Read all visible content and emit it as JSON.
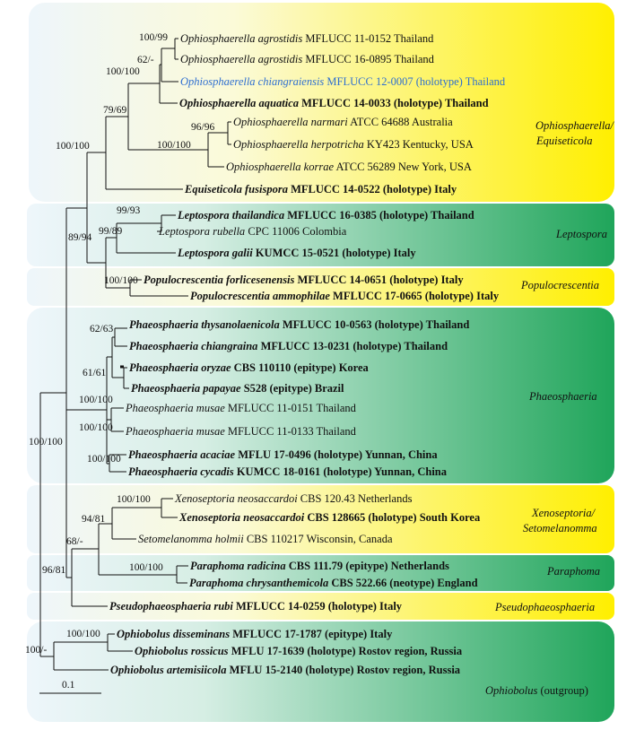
{
  "taxa": [
    {
      "id": "t0",
      "genus": "Ophiosphaerella agrostidis",
      "rest": " MFLUCC 11-0152 Thailand",
      "bold": false,
      "blue": false
    },
    {
      "id": "t1",
      "genus": "Ophiosphaerella agrostidis",
      "rest": " MFLUCC 16-0895 Thailand",
      "bold": false,
      "blue": false
    },
    {
      "id": "t2",
      "genus": "Ophiosphaerella chiangraiensis",
      "rest": " MFLUCC 12-0007 (holotype) Thailand",
      "bold": false,
      "blue": true
    },
    {
      "id": "t3",
      "genus": "Ophiosphaerella aquatica",
      "rest": " MFLUCC 14-0033 (holotype) Thailand",
      "bold": true,
      "blue": false
    },
    {
      "id": "t4",
      "genus": "Ophiosphaerella narmari",
      "rest": " ATCC 64688 Australia",
      "bold": false,
      "blue": false
    },
    {
      "id": "t5",
      "genus": "Ophiosphaerella herpotricha",
      "rest": " KY423 Kentucky, USA",
      "bold": false,
      "blue": false
    },
    {
      "id": "t6",
      "genus": "Ophiosphaerella korrae",
      "rest": " ATCC 56289 New York, USA",
      "bold": false,
      "blue": false
    },
    {
      "id": "t7",
      "genus": "Equiseticola fusispora",
      "rest": " MFLUCC 14-0522 (holotype) Italy",
      "bold": true,
      "blue": false
    },
    {
      "id": "t8",
      "genus": "Leptospora thailandica",
      "rest": " MFLUCC 16-0385 (holotype) Thailand",
      "bold": true,
      "blue": false
    },
    {
      "id": "t9",
      "genus": "Leptospora rubella",
      "rest": " CPC 11006 Colombia",
      "bold": false,
      "blue": false
    },
    {
      "id": "t10",
      "genus": "Leptospora galii",
      "rest": " KUMCC 15-0521 (holotype) Italy",
      "bold": true,
      "blue": false
    },
    {
      "id": "t11",
      "genus": "Populocrescentia forlicesenensis",
      "rest": " MFLUCC 14-0651 (holotype) Italy",
      "bold": true,
      "blue": false
    },
    {
      "id": "t12",
      "genus": "Populocrescentia ammophilae",
      "rest": " MFLUCC 17-0665 (holotype) Italy",
      "bold": true,
      "blue": false
    },
    {
      "id": "t13",
      "genus": "Phaeosphaeria thysanolaenicola",
      "rest": " MFLUCC 10-0563 (holotype) Thailand",
      "bold": true,
      "blue": false
    },
    {
      "id": "t14",
      "genus": "Phaeosphaeria chiangraina",
      "rest": " MFLUCC 13-0231 (holotype) Thailand",
      "bold": true,
      "blue": false
    },
    {
      "id": "t15",
      "genus": "Phaeosphaeria oryzae",
      "rest": " CBS 110110 (epitype) Korea",
      "bold": true,
      "blue": false
    },
    {
      "id": "t16",
      "genus": "Phaeosphaeria papayae",
      "rest": " S528 (epitype) Brazil",
      "bold": true,
      "blue": false
    },
    {
      "id": "t17",
      "genus": "Phaeosphaeria musae",
      "rest": " MFLUCC 11-0151 Thailand",
      "bold": false,
      "blue": false
    },
    {
      "id": "t18",
      "genus": "Phaeosphaeria musae",
      "rest": " MFLUCC 11-0133 Thailand",
      "bold": false,
      "blue": false
    },
    {
      "id": "t19",
      "genus": "Phaeosphaeria acaciae",
      "rest": " MFLU 17-0496 (holotype) Yunnan, China",
      "bold": true,
      "blue": false
    },
    {
      "id": "t20",
      "genus": "Phaeosphaeria cycadis",
      "rest": " KUMCC 18-0161 (holotype) Yunnan, China",
      "bold": true,
      "blue": false
    },
    {
      "id": "t21",
      "genus": "Xenoseptoria neosaccardoi",
      "rest": " CBS 120.43 Netherlands",
      "bold": false,
      "blue": false
    },
    {
      "id": "t22",
      "genus": "Xenoseptoria neosaccardoi",
      "rest": " CBS 128665 (holotype) South Korea",
      "bold": true,
      "blue": false
    },
    {
      "id": "t23",
      "genus": "Setomelanomma holmii",
      "rest": " CBS 110217 Wisconsin, Canada",
      "bold": false,
      "blue": false
    },
    {
      "id": "t24",
      "genus": "Paraphoma radicina",
      "rest": " CBS 111.79  (epitype) Netherlands",
      "bold": true,
      "blue": false
    },
    {
      "id": "t25",
      "genus": "Paraphoma chrysanthemicola",
      "rest": " CBS 522.66 (neotype) England",
      "bold": true,
      "blue": false
    },
    {
      "id": "t26",
      "genus": "Pseudophaeosphaeria rubi",
      "rest": " MFLUCC 14-0259 (holotype) Italy",
      "bold": true,
      "blue": false
    },
    {
      "id": "t27",
      "genus": "Ophiobolus disseminans",
      "rest": " MFLUCC 17-1787 (epitype) Italy",
      "bold": true,
      "blue": false
    },
    {
      "id": "t28",
      "genus": "Ophiobolus rossicus",
      "rest": " MFLU 17-1639 (holotype) Rostov region, Russia",
      "bold": true,
      "blue": false
    },
    {
      "id": "t29",
      "genus": "Ophiobolus artemisiicola",
      "rest": " MFLU 15-2140 (holotype) Rostov region, Russia",
      "bold": true,
      "blue": false
    }
  ],
  "supports": [
    {
      "id": "s0",
      "text": "100/99"
    },
    {
      "id": "s1",
      "text": "62/-"
    },
    {
      "id": "s2",
      "text": "100/100"
    },
    {
      "id": "s3",
      "text": "79/69"
    },
    {
      "id": "s4",
      "text": "96/96"
    },
    {
      "id": "s5",
      "text": "100/100"
    },
    {
      "id": "s6",
      "text": "100/100"
    },
    {
      "id": "s7",
      "text": "99/93"
    },
    {
      "id": "s8",
      "text": "99/89"
    },
    {
      "id": "s9",
      "text": "89/94"
    },
    {
      "id": "s10",
      "text": "100/100"
    },
    {
      "id": "s11",
      "text": "62/63"
    },
    {
      "id": "s12",
      "text": "61/61"
    },
    {
      "id": "s13",
      "text": "100/100"
    },
    {
      "id": "s14",
      "text": "100/100"
    },
    {
      "id": "s15",
      "text": "100/100"
    },
    {
      "id": "s16",
      "text": "100/100"
    },
    {
      "id": "s17",
      "text": "100/100"
    },
    {
      "id": "s18",
      "text": "94/81"
    },
    {
      "id": "s19",
      "text": "68/-"
    },
    {
      "id": "s20",
      "text": "100/100"
    },
    {
      "id": "s21",
      "text": "96/81"
    },
    {
      "id": "s22",
      "text": "100/100"
    },
    {
      "id": "s23",
      "text": "100/-"
    }
  ],
  "groups": [
    {
      "id": "g0",
      "name": "Ophiosphaerella/",
      "extra": "Equiseticola",
      "suffix": "",
      "color": "#ffef00"
    },
    {
      "id": "g1",
      "name": "Leptospora",
      "extra": "",
      "suffix": "",
      "color": "#1fa55a"
    },
    {
      "id": "g2",
      "name": "Populocrescentia",
      "extra": "",
      "suffix": "",
      "color": "#ffef00"
    },
    {
      "id": "g3",
      "name": "Phaeosphaeria",
      "extra": "",
      "suffix": "",
      "color": "#1fa55a"
    },
    {
      "id": "g4",
      "name": "Xenoseptoria/",
      "extra": "Setomelanomma",
      "suffix": "",
      "color": "#ffef00"
    },
    {
      "id": "g5",
      "name": "Paraphoma",
      "extra": "",
      "suffix": "",
      "color": "#1fa55a"
    },
    {
      "id": "g6",
      "name": "Pseudophaeosphaeria",
      "extra": "",
      "suffix": "",
      "color": "#ffef00"
    },
    {
      "id": "g7",
      "name": "Ophiobolus",
      "extra": "",
      "suffix": " (outgroup)",
      "color": "#1fa55a"
    }
  ],
  "scale_bar": {
    "label": "0.1"
  },
  "colors": {
    "yellow": "#ffef00",
    "green": "#1fa55a",
    "blue_taxon": "#2f6fd0",
    "band_start": "#eef6fb"
  }
}
